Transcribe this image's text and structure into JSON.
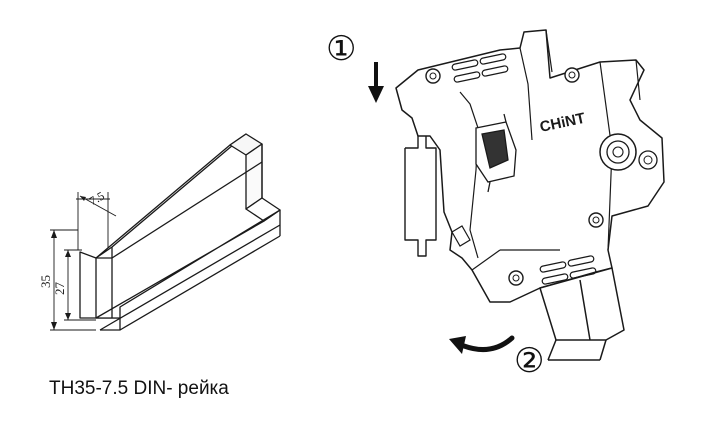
{
  "caption": "TH35-7.5 DIN- рейка",
  "rail": {
    "dimensions": {
      "width": "7.5",
      "height_outer": "35",
      "height_inner": "27"
    }
  },
  "breaker": {
    "brand": "CHiNT"
  },
  "steps": [
    {
      "marker": "①"
    },
    {
      "marker": "②"
    }
  ],
  "colors": {
    "line": "#1a1a1a",
    "arrow": "#111111"
  }
}
